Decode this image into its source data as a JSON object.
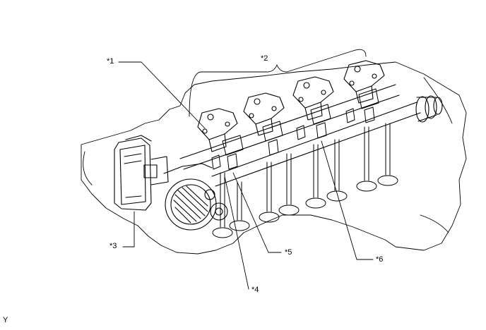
{
  "labels": {
    "c1": "*1",
    "c2": "*2",
    "c3": "*3",
    "c4": "*4",
    "c5": "*5",
    "c6": "*6",
    "corner": "Y"
  },
  "colors": {
    "line": "#000000",
    "background": "#ffffff"
  }
}
